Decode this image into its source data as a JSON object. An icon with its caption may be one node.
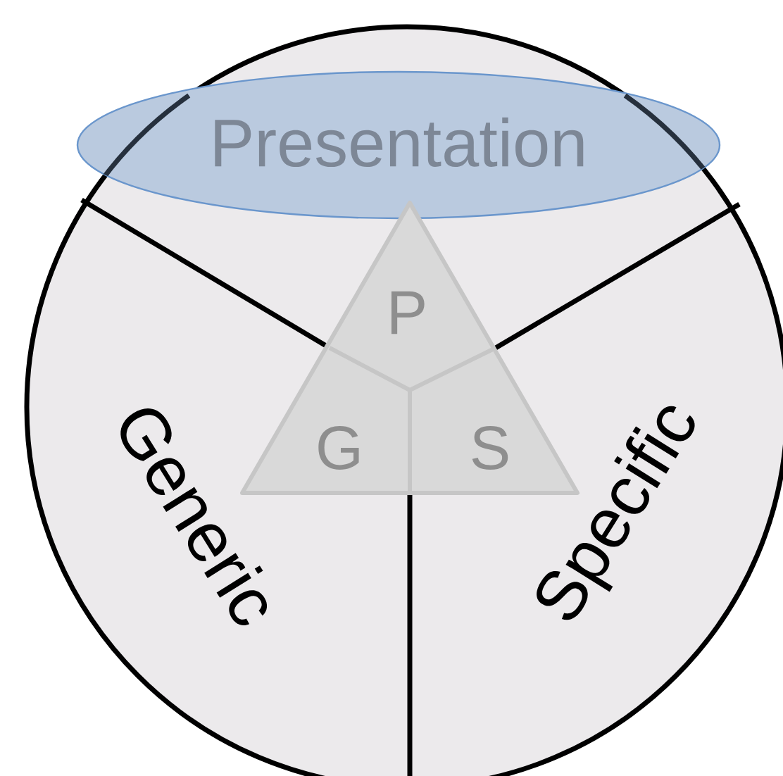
{
  "diagram": {
    "nodes": [
      {
        "text": [
          "Presentation"
        ]
      },
      {
        "text": [
          "Generic"
        ]
      },
      {
        "text": [
          "Specific"
        ]
      },
      {
        "text": [
          "P",
          "G",
          "S"
        ]
      }
    ],
    "edges": []
  }
}
